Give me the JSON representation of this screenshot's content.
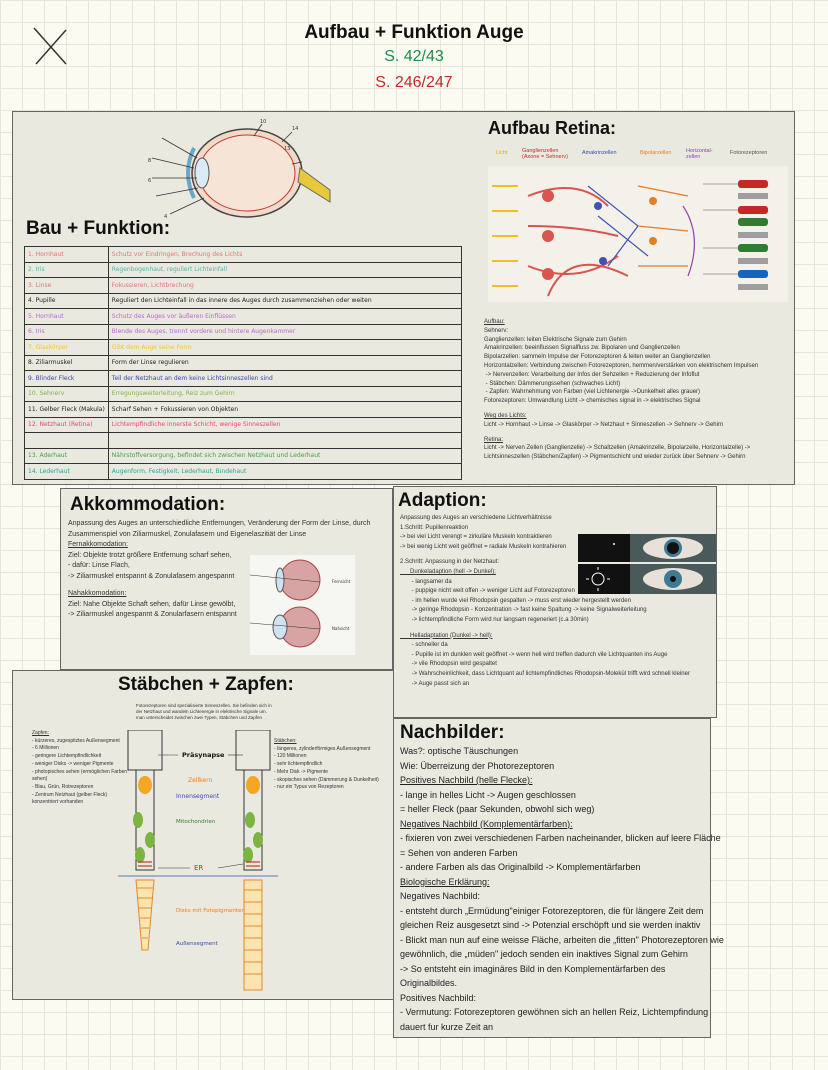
{
  "header": {
    "title": "Aufbau + Funktion Auge",
    "page_green": "S. 42/43",
    "page_red": "S. 246/247"
  },
  "bau": {
    "title": "Bau + Funktion:",
    "rows": [
      {
        "name": "1. Hornhaut",
        "desc": "Schutz vor Eindringen, Brechung des Lichts",
        "color": "#e57373"
      },
      {
        "name": "2. Iris",
        "desc": "Regenbogenhaut, reguliert Lichteinfall",
        "color": "#4db6ac"
      },
      {
        "name": "3. Linse",
        "desc": "Fokussieren, Lichtbrechung",
        "color": "#e57373"
      },
      {
        "name": "4. Pupille",
        "desc": "Reguliert den Lichteinfall in das innere des Auges durch zusammenziehen oder weiten",
        "color": "#222222"
      },
      {
        "name": "5. Hornhaut",
        "desc": "Schutz des Auges vor äußeren Einflüssen",
        "color": "#ba68c8"
      },
      {
        "name": "6. Iris",
        "desc": "Blende des Auges, trennt vordere und hintere Augenkammer",
        "color": "#ba68c8"
      },
      {
        "name": "7. Glaskörper",
        "desc": "Gibt dem Auge seine Form",
        "color": "#fbc02d"
      },
      {
        "name": "8. Ziliarmuskel",
        "desc": "Form der Linse regulieren",
        "color": "#222222"
      },
      {
        "name": "9. Blinder Fleck",
        "desc": "Teil der Netzhaut an dem keine Lichtsinneszellen sind",
        "color": "#3949ab"
      },
      {
        "name": "10. Sehnerv",
        "desc": "Erregungsweiterleitung, Reiz zum Gehirn",
        "color": "#7cb342"
      },
      {
        "name": "11. Gelber Fleck (Makula)",
        "desc": "Scharf Sehen + Fokussieren von Objekten",
        "color": "#222222"
      },
      {
        "name": "12. Netzhaut (Retina)",
        "desc": "Lichtempfindliche innerste Schicht, wenige Sinneszellen",
        "color": "#ec407a"
      },
      {
        "name": "",
        "desc": "",
        "color": "#222222"
      },
      {
        "name": "13. Aderhaut",
        "desc": "Nährstoffversorgung, befindet sich zwischen Netzhaut und Lederhaut",
        "color": "#43a047"
      },
      {
        "name": "14. Lederhaut",
        "desc": "Augenform, Festigkeit, Lederhaut, Bindehaut",
        "color": "#26a69a"
      }
    ]
  },
  "retina": {
    "title": "Aufbau Retina:",
    "columns": [
      "Licht",
      "Ganglienzellen (Axone = Sehnerv)",
      "Amakrinzellen",
      "Bipolarzellen",
      "Horizontal-zellen",
      "Fotorezeptoren"
    ],
    "lines": [
      {
        "t": "Aufbau:",
        "u": true
      },
      {
        "t": "Sehnerv:",
        "u": false
      },
      {
        "t": "Ganglienzellen: leiten Elektrische Signale zum Gehirn",
        "u": false
      },
      {
        "t": "Amakrinzellen: beeinflussen Signalfluss zw. Bipolaren und Ganglienzellen",
        "u": false
      },
      {
        "t": "Bipolarzellen: sammeln Impulse der Fotorezeptoren & leiten weiter an Ganglienzellen",
        "u": false
      },
      {
        "t": "Horizontalzellen: Verbindung zwischen Fotorezeptoren, hemmen/verstärken von elektrischem Impulsen",
        "u": false
      },
      {
        "t": " -> Nervenzellen: Verarbeitung der Infos der Sehzellen + Reduzierung der Infoflut",
        "u": false
      },
      {
        "t": " - Stäbchen: Dämmerungssehen (schwaches Licht)",
        "u": false
      },
      {
        "t": " - Zapfen: Wahrnehmung von Farben (viel Lichtenergie ->Dunkelheit alles grauer)",
        "u": false
      },
      {
        "t": "Fotorezeptoren: Umwandlung Licht -> chemisches signal in -> elektrisches Signal",
        "u": false
      },
      {
        "t": "",
        "u": false
      },
      {
        "t": "Weg des Lichts:",
        "u": true
      },
      {
        "t": "Licht -> Hornhaut -> Linse -> Glaskörper -> Netzhaut + Sinneszellen -> Sehnerv -> Gehirn",
        "u": false
      },
      {
        "t": "",
        "u": false
      },
      {
        "t": "Retina:",
        "u": true
      },
      {
        "t": "Licht -> Nerven Zellen (Ganglienzelle) -> Schaltzellen (Amakrinzelle, Bipolarzelle, Horizontalzelle) ->",
        "u": false
      },
      {
        "t": "Lichtsinneszellen (Stäbchen/Zapfen) -> Pigmentschicht und wieder zurück über Sehnerv -> Gehirn",
        "u": false
      }
    ]
  },
  "akkommodation": {
    "title": "Akkommodation:",
    "lines": [
      {
        "t": "Anpassung des Auges an unterschiedliche Entfernungen, Veränderung der Form der Linse, durch",
        "u": false
      },
      {
        "t": "Zusammenspiel von Ziliarmuskel, Zonulafasern und Eigenelaszitiät der Linse",
        "u": false
      },
      {
        "t": "Fernakkomodation:",
        "u": true
      },
      {
        "t": "Ziel: Objekte trotzt größere Entfernung scharf sehen,",
        "u": false
      },
      {
        "t": "- dafür: Linse Flach,",
        "u": false
      },
      {
        "t": "-> Ziliarmuskel entspannt & Zonulafasern angespannt",
        "u": false
      },
      {
        "t": "",
        "u": false
      },
      {
        "t": "Nahakkomodation:",
        "u": true
      },
      {
        "t": "Ziel: Nahe Objekte Schaft sehen, dafür Linse gewölbt,",
        "u": false
      },
      {
        "t": "-> Ziliarmuskel angespannt & Zonularfasern entspannt",
        "u": false
      }
    ],
    "img_label_top": "Fernsicht",
    "img_label_bottom": "Nahsicht"
  },
  "adaption": {
    "title": "Adaption:",
    "lines": [
      {
        "t": "Anpassung des Auges an verschiedene Lichtverhältnisse",
        "u": false
      },
      {
        "t": "1.Schritt: Pupillenreaktion",
        "u": false
      },
      {
        "t": "-> bei viel Licht verengt = zirkuläre Muskeln kontraktieren",
        "u": false
      },
      {
        "t": "-> bei wenig Licht weit geöffnet = radiale Muskeln kontrahieren",
        "u": false
      },
      {
        "t": "",
        "u": false
      },
      {
        "t": "2.Schritt: Anpassung in der Netzhaut:",
        "u": false
      },
      {
        "t": "      Dunkeladaption (hell -> Dunkel):",
        "u": true
      },
      {
        "t": "       - langsamer da",
        "u": false
      },
      {
        "t": "       - puppige nicht weit offen -> weniger Licht auf Fotorezeptoren",
        "u": false
      },
      {
        "t": "       - im hellen wurde viel Rhodopsin gespalten -> muss erst wieder hergestellt werden",
        "u": false
      },
      {
        "t": "       -> geringe Rhodopsin - Konzentration -> fast keine Spaltung -> keine Signalweiterleitung",
        "u": false
      },
      {
        "t": "       -> lichtempfindliche Form wird nur langsam regeneriert (c.a 30min)",
        "u": false
      },
      {
        "t": "",
        "u": false
      },
      {
        "t": "      Helladaptation (Dunkel -> hell):",
        "u": true
      },
      {
        "t": "       - schneller da",
        "u": false
      },
      {
        "t": "       - Pupille ist im dunklen weit geöffnet -> wenn hell wird treffen dadurch vile Lichtquanten ins Auge",
        "u": false
      },
      {
        "t": "       -> vile Rhodopsin wird gespaltet",
        "u": false
      },
      {
        "t": "       -> Wahrscheinlichkeit, dass Lichtquant auf lichtempfindliches Rhodopsin-Molekül trifft wird schnell kleiner",
        "u": false
      },
      {
        "t": "       -> Auge passt sich an",
        "u": false
      }
    ]
  },
  "staebchen": {
    "title": "Stäbchen + Zapfen:",
    "intro": "Fotorezeptoren sind spezialisierte Sinneszellen. Sie befinden sich in der Netzhaut und wandeln Lichtenergie in elektrische Signale um. man unterscheidet zwischen zwei Typen, Stäbchen und Zapfen",
    "zapfen": [
      "Zapfen:",
      "- kürzeres, zugespitztes Außensegment",
      "- 6 Millionen",
      "- geringere Lichtempfindlichkeit",
      "- weniger Disks -> weniger Pigmente",
      "- photopisches sehen (ermöglichen Farben",
      "sehen)",
      "- Blau, Grün, Rotrezeptoren",
      "- Zentrum Netzhaut (gelber Fleck)",
      "konzentriert vorhanden"
    ],
    "staebchen": [
      "Stäbchen:",
      "- längeres, zylinderförmiges Außensegment",
      "- 120 Millionen",
      "- sehr lichtempfindlich",
      "- Mehr Disk -> Pigmente",
      "- skopisches sehen (Dämmerung & Dunkelheit)",
      "- nur ein Typus von Rezeptoren"
    ],
    "labels": {
      "praesynapse": "Präsynapse",
      "zellkern": "Zellkern",
      "innensegment": "Innensegment",
      "mitochondrien": "Mitochondrien",
      "er": "ER",
      "disks": "Disks mit Fotopigmenten",
      "aussensegment": "Außensegment"
    }
  },
  "nachbilder": {
    "title": "Nachbilder:",
    "lines": [
      {
        "t": "Was?: optische Täuschungen",
        "u": false
      },
      {
        "t": "Wie: Überreizung der Photorezeptoren",
        "u": false
      },
      {
        "t": "Positives Nachbild (helle Flecke):",
        "u": true
      },
      {
        "t": "- lange in helles Licht -> Augen geschlossen",
        "u": false
      },
      {
        "t": "= heller Fleck (paar Sekunden, obwohl sich weg)",
        "u": false
      },
      {
        "t": "Negatives Nachbild (Komplementärfarben):",
        "u": true
      },
      {
        "t": "- fixieren von zwei verschiedenen Farben nacheinander, blicken auf leere Fläche",
        "u": false
      },
      {
        "t": "= Sehen von anderen Farben",
        "u": false
      },
      {
        "t": "- andere Farben als das Originalbild -> Komplementärfarben",
        "u": false
      },
      {
        "t": "Biologische Erklärung:",
        "u": true
      },
      {
        "t": "Negatives Nachbild:",
        "u": false
      },
      {
        "t": "- entsteht durch „Ermüdung\"einiger Fotorezeptoren, die für längere Zeit dem",
        "u": false
      },
      {
        "t": "gleichen Reiz ausgesetzt sind -> Potenzial erschöpft und sie werden inaktiv",
        "u": false
      },
      {
        "t": "- Blickt man nun auf eine weisse Fläche, arbeiten die „fitten\" Photorezeptoren wie",
        "u": false
      },
      {
        "t": "gewöhnlich, die „müden\" jedoch senden ein inaktives Signal zum Gehirn",
        "u": false
      },
      {
        "t": "-> So entsteht ein imaginäres Bild in den Komplementärfarben des",
        "u": false
      },
      {
        "t": "Originalbildes.",
        "u": false
      },
      {
        "t": "Positives Nachbild:",
        "u": false
      },
      {
        "t": "- Vermutung: Fotorezeptoren gewöhnen sich an hellen Reiz, Lichtempfindung",
        "u": false
      },
      {
        "t": "dauert fur kurze Zeit an",
        "u": false
      }
    ]
  },
  "colors": {
    "green": "#1d8a4a",
    "red": "#c62828",
    "panel": "#e9e9e0"
  }
}
